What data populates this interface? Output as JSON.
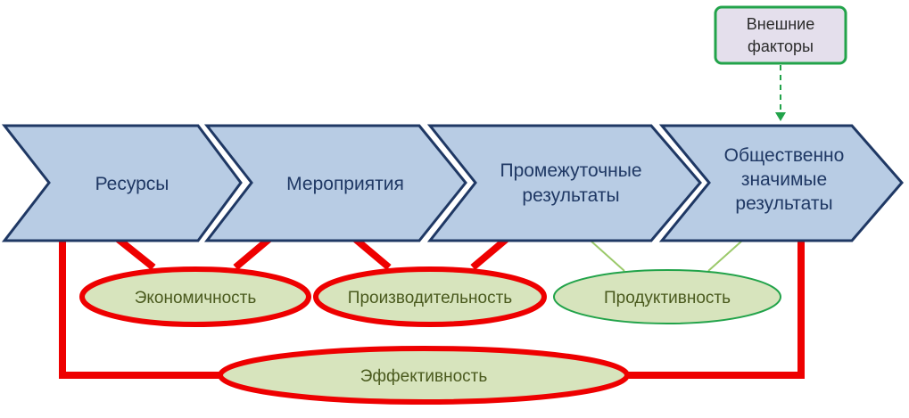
{
  "external": {
    "lines": [
      "Внешние",
      "факторы"
    ]
  },
  "chevrons": [
    {
      "lines": [
        "Ресурсы"
      ]
    },
    {
      "lines": [
        "Мероприятия"
      ]
    },
    {
      "lines": [
        "Промежуточные",
        "результаты"
      ]
    },
    {
      "lines": [
        "Общественно",
        "значимые",
        "результаты"
      ]
    }
  ],
  "ellipses": {
    "economy": "Экономичность",
    "productivity": "Производительность",
    "product": "Продуктивность",
    "efficiency": "Эффективность"
  },
  "colors": {
    "chevron_fill": "#b8cce4",
    "chevron_stroke": "#1f3864",
    "ellipse_fill": "#d7e4bd",
    "red": "#ee0000",
    "green": "#22a34a",
    "light_green": "#9bc96a",
    "external_fill": "#e4dfec"
  }
}
